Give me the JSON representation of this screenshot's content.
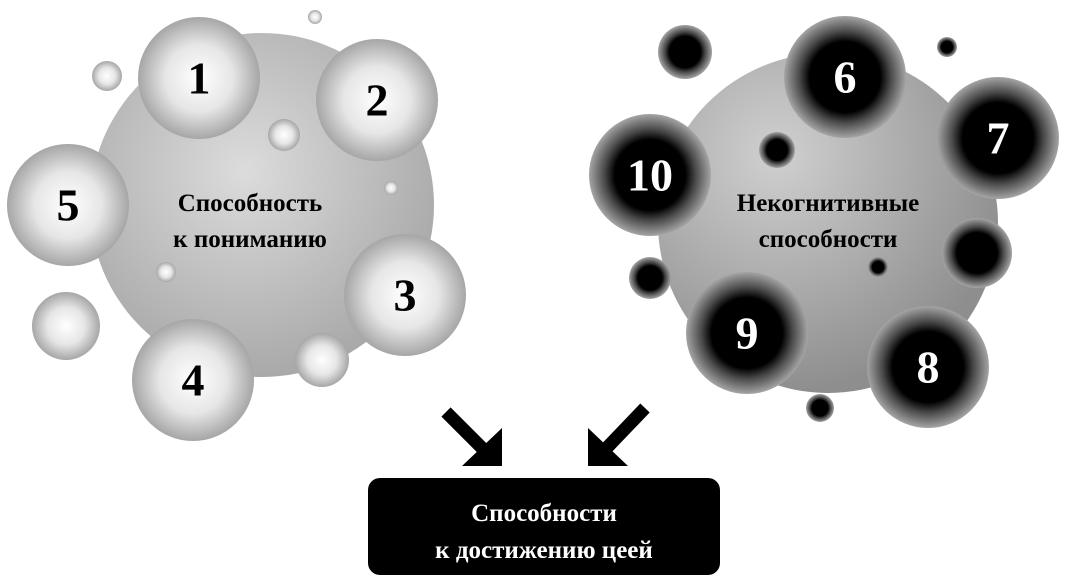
{
  "left_group": {
    "title_line1": "Способность",
    "title_line2": "к пониманию",
    "items": [
      "1",
      "2",
      "3",
      "4",
      "5"
    ]
  },
  "right_group": {
    "title_line1": "Некогнитивные",
    "title_line2": "способности",
    "items": [
      "6",
      "7",
      "8",
      "9",
      "10"
    ]
  },
  "result_box": {
    "line1": "Способности",
    "line2": "к достижению цеей"
  },
  "colors": {
    "light_center": "#ffffff",
    "light_edge": "#a8a8a8",
    "dark_core": "#000000",
    "dark_rim": "#9a9a9a",
    "box": "#000000"
  }
}
